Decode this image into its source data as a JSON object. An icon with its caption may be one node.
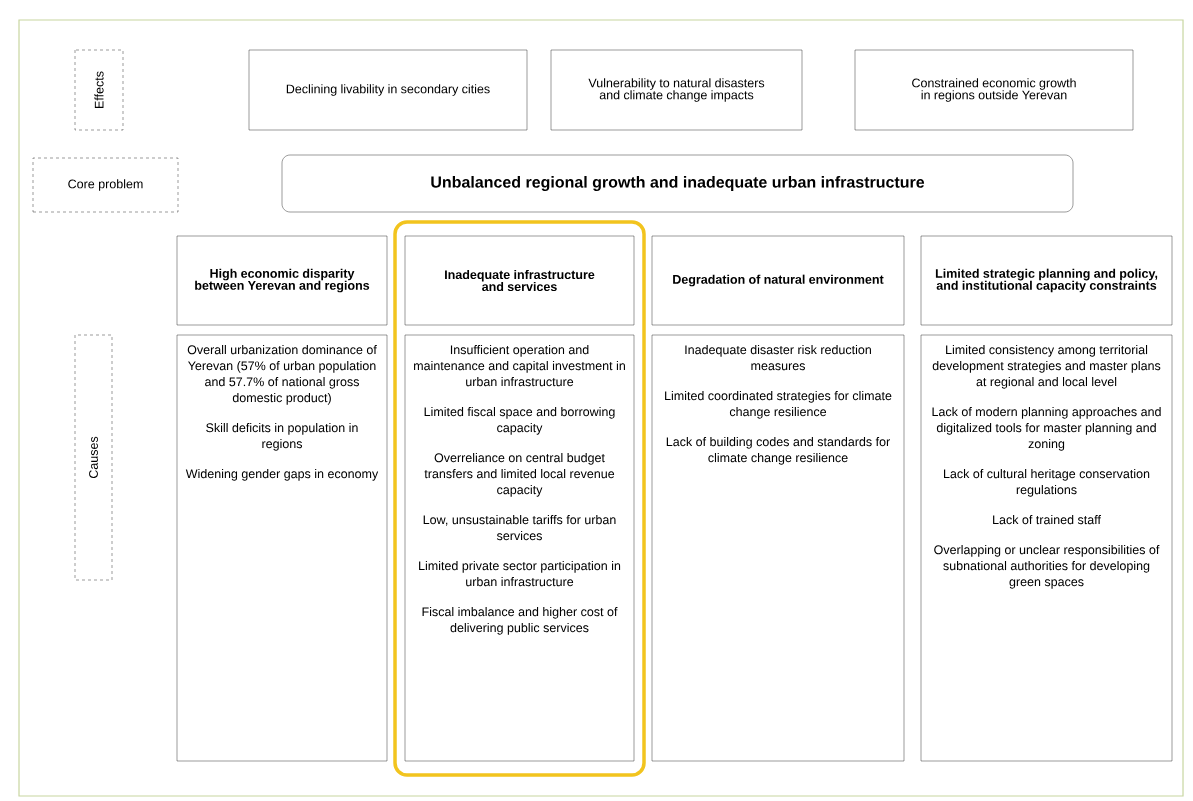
{
  "diagram": {
    "nodes": [
      {
        "text": [
          "Effects"
        ]
      },
      {
        "text": [
          "Declining livability in secondary cities"
        ]
      },
      {
        "text": [
          "Vulnerability to natural disasters and climate change impacts"
        ]
      },
      {
        "text": [
          "Constrained economic growth in regions outside Yerevan"
        ]
      },
      {
        "text": [
          "Core problem"
        ]
      },
      {
        "text": [
          "Unbalanced regional growth and inadequate urban infrastructure"
        ]
      },
      {
        "text": [
          "Causes"
        ]
      },
      {
        "text": [
          "High economic disparity between Yerevan and regions"
        ]
      },
      {
        "text": [
          "Inadequate infrastructure and services"
        ]
      },
      {
        "text": [
          "Degradation of natural environment"
        ]
      },
      {
        "text": [
          "Limited strategic planning and policy, and institutional capacity constraints"
        ]
      },
      {
        "text": [
          "Overall urbanization dominance of Yerevan (57% of urban population and 57.7% of national gross domestic product)",
          "Skill deficits in population in regions",
          "Widening gender gaps in economy"
        ]
      },
      {
        "text": [
          "Insufficient operation and maintenance and capital investment in urban infrastructure",
          "Limited fiscal space and borrowing capacity",
          "Overreliance on central budget transfers and limited local revenue capacity",
          "Low, unsustainable tariffs for urban services",
          "Limited private sector participation in urban infrastructure",
          "Fiscal imbalance and higher cost of delivering public services"
        ]
      },
      {
        "text": [
          "Inadequate disaster risk reduction measures",
          "Limited coordinated strategies for climate change resilience",
          "Lack of building codes and standards for climate change resilience"
        ]
      },
      {
        "text": [
          "Limited consistency among territorial development strategies and master plans at regional and local level",
          "Lack of modern planning approaches and digitalized tools for master planning and zoning",
          "Lack of cultural heritage conservation regulations",
          "Lack of trained staff",
          "Overlapping or unclear responsibilities of subnational authorities for developing green spaces"
        ]
      }
    ]
  }
}
